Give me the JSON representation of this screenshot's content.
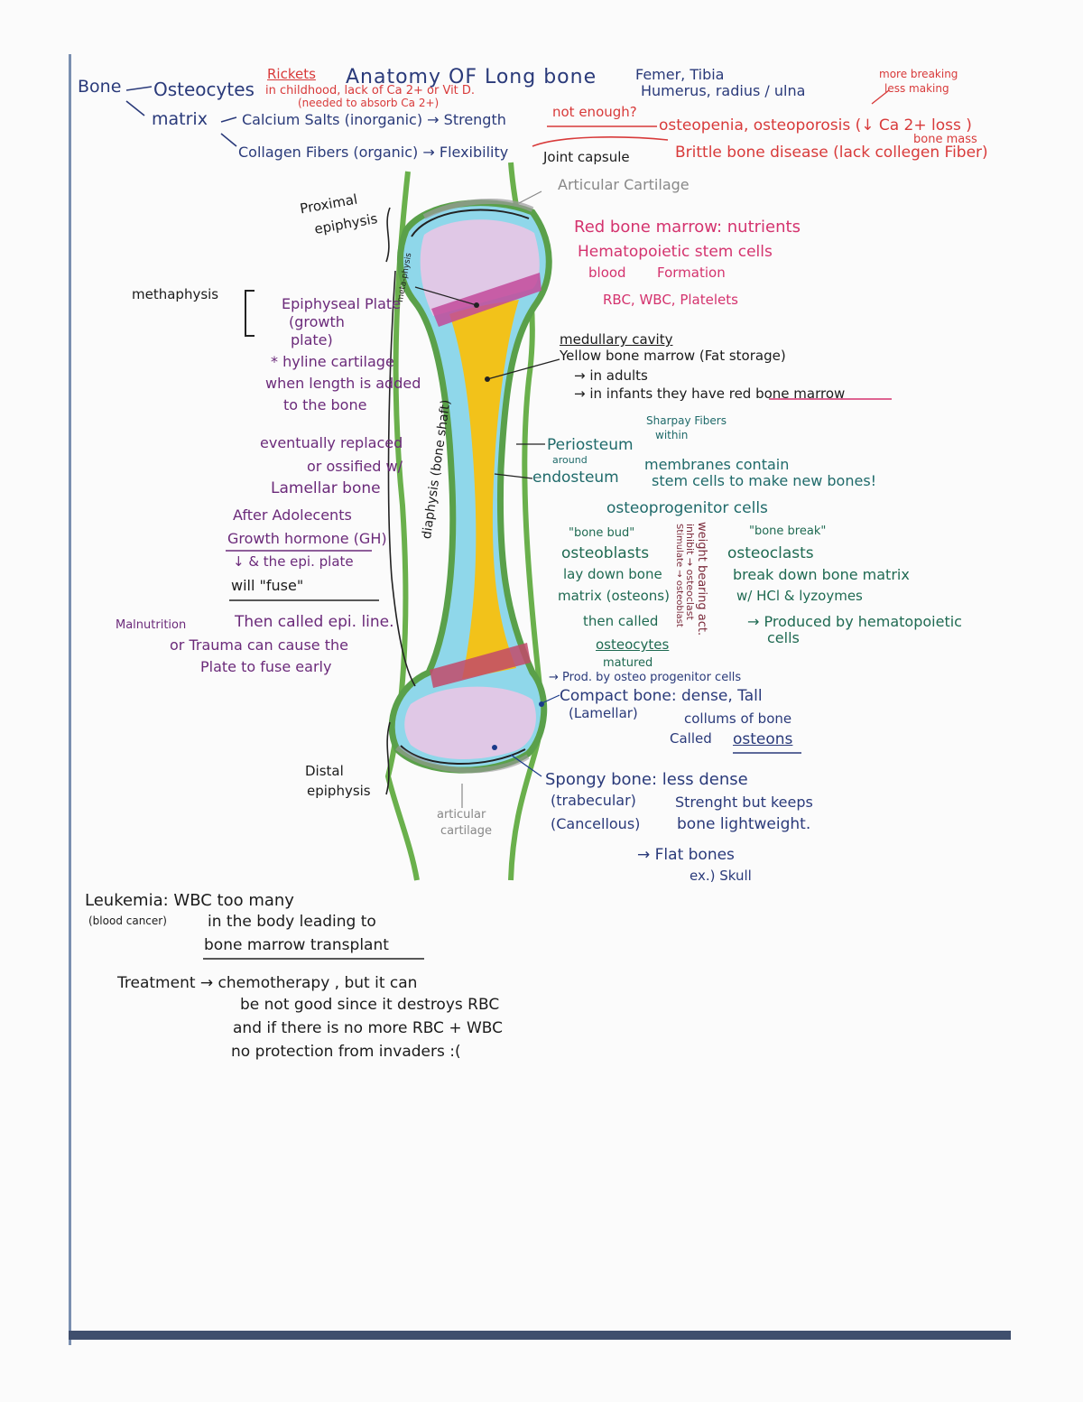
{
  "top": {
    "bone": "Bone",
    "osteocytes": "Osteocytes",
    "matrix": "matrix",
    "calcium": "Calcium Salts (inorganic) → Strength",
    "collagen": "Collagen Fibers (organic) → Flexibility",
    "rickets": "Rickets",
    "rickets_note1": "in childhood, lack of Ca 2+ or Vit D.",
    "rickets_note2": "(needed to absorb Ca 2+)",
    "title": "Anatomy  OF  Long bone",
    "femur": "Femer, Tibia",
    "humerus": "Humerus, radius / ulna",
    "not_enough": "not enough?",
    "osteopenia": "osteopenia, osteoporosis (↓ Ca 2+ loss )",
    "bone_mass": "bone mass",
    "more_breaking": "more breaking",
    "less_making": "less making",
    "brittle": "Brittle bone disease (lack collegen Fiber)",
    "joint_capsule": "Joint capsule"
  },
  "left": {
    "proximal1": "Proximal",
    "proximal2": "epiphysis",
    "methaphysis": "methaphysis",
    "ep_plate1": "Epiphyseal Plate",
    "ep_plate2": "(growth",
    "ep_plate3": "plate)",
    "hyline": "* hyline cartilage",
    "length1": "when length is added",
    "length2": "to the bone",
    "replaced1": "eventually replaced",
    "replaced2": "or ossified w/",
    "lamellar": "Lamellar bone",
    "adolescents": "After Adolecents",
    "growth_hormone": "Growth hormone (GH)",
    "the_epi": "↓  & the epi. plate",
    "will_fuse": "will \"fuse\"",
    "epi_line": "Then called epi. line.",
    "malnutrition": "Malnutrition",
    "trauma": "or Trauma can cause the",
    "plate_fuse": "Plate to fuse early",
    "distal1": "Distal",
    "distal2": "epiphysis",
    "meta_vert": "meta-physis",
    "diaphysis_vert": "diaphysis (bone shaft)"
  },
  "right": {
    "artic_top": "Articular Cartilage",
    "red_marrow": "Red bone marrow: nutrients",
    "hemato": "Hematopoietic stem cells",
    "blood": "blood",
    "formation": "Formation",
    "rbc": "RBC, WBC, Platelets",
    "medullary": "medullary cavity",
    "yellow": "Yellow bone marrow (Fat storage)",
    "adults": "→ in adults",
    "infants": "→ in infants they have red bone marrow",
    "sharpay": "Sharpay Fibers",
    "within": "within",
    "periosteum": "Periosteum",
    "around": "around",
    "endosteum": "endosteum",
    "membranes1": "membranes contain",
    "membranes2": "stem cells to make new bones!",
    "osteoprogenitor": "osteoprogenitor cells",
    "bone_bud": "\"bone bud\"",
    "bone_break": "\"bone break\"",
    "osteoblasts": "osteoblasts",
    "lay_down1": "lay down bone",
    "lay_down2": "matrix (osteons)",
    "then_called": "then called",
    "osteocytes": "osteocytes",
    "matured": "matured",
    "osteoclasts": "osteoclasts",
    "break_down": "break down bone matrix",
    "hcl": "w/ HCl & lyzoymes",
    "produced1": "→ Produced by hematopoietic",
    "produced2": "cells",
    "weight_vert": "weight bearing act.",
    "inhibit_vert": "inhibit → osteoclast",
    "stimulate_vert": "Stimulate → osteoblast",
    "prod_by": "→ Prod. by osteo progenitor cells",
    "compact": "Compact bone: dense, Tall",
    "lamellar_paren": "(Lamellar)",
    "collums": "collums of bone",
    "called_osteons": "Called",
    "osteons": "osteons",
    "spongy": "Spongy bone: less dense",
    "trabecular": "(trabecular)",
    "strength": "Strenght but keeps",
    "cancellous": "(Cancellous)",
    "lightweight": "bone lightweight.",
    "flat": "→ Flat bones",
    "skull": "ex.) Skull",
    "artic_bottom1": "articular",
    "artic_bottom2": "cartilage"
  },
  "bottom": {
    "leukemia": "Leukemia: WBC too many",
    "blood_cancer": "(blood cancer)",
    "in_body": "in the body leading to",
    "transplant": "bone marrow transplant",
    "treatment": "Treatment → chemotherapy , but it can",
    "line2": "be not good since it destroys RBC",
    "line3": "and if there is no more RBC + WBC",
    "line4": "no protection from invaders :("
  },
  "colors": {
    "navy": "#2a3a7a",
    "red": "#d83a3a",
    "pink": "#d4336e",
    "purple": "#6b2a7a",
    "green": "#1f6a52",
    "bone_yellow": "#f2c21a",
    "bone_cyan": "#8fd7ea",
    "bone_green": "#6ab04c"
  }
}
